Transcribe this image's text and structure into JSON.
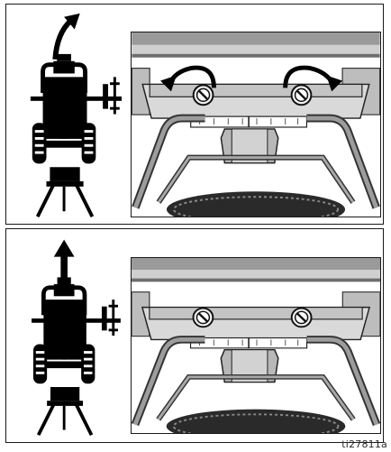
{
  "figure_id": "ti27811a",
  "panels": [
    {
      "arrow": "curved-arrow-up-right",
      "mechanism_arrows": [
        "counterclockwise-arrow",
        "clockwise-arrow"
      ]
    },
    {
      "arrow": "straight-arrow-up"
    }
  ]
}
